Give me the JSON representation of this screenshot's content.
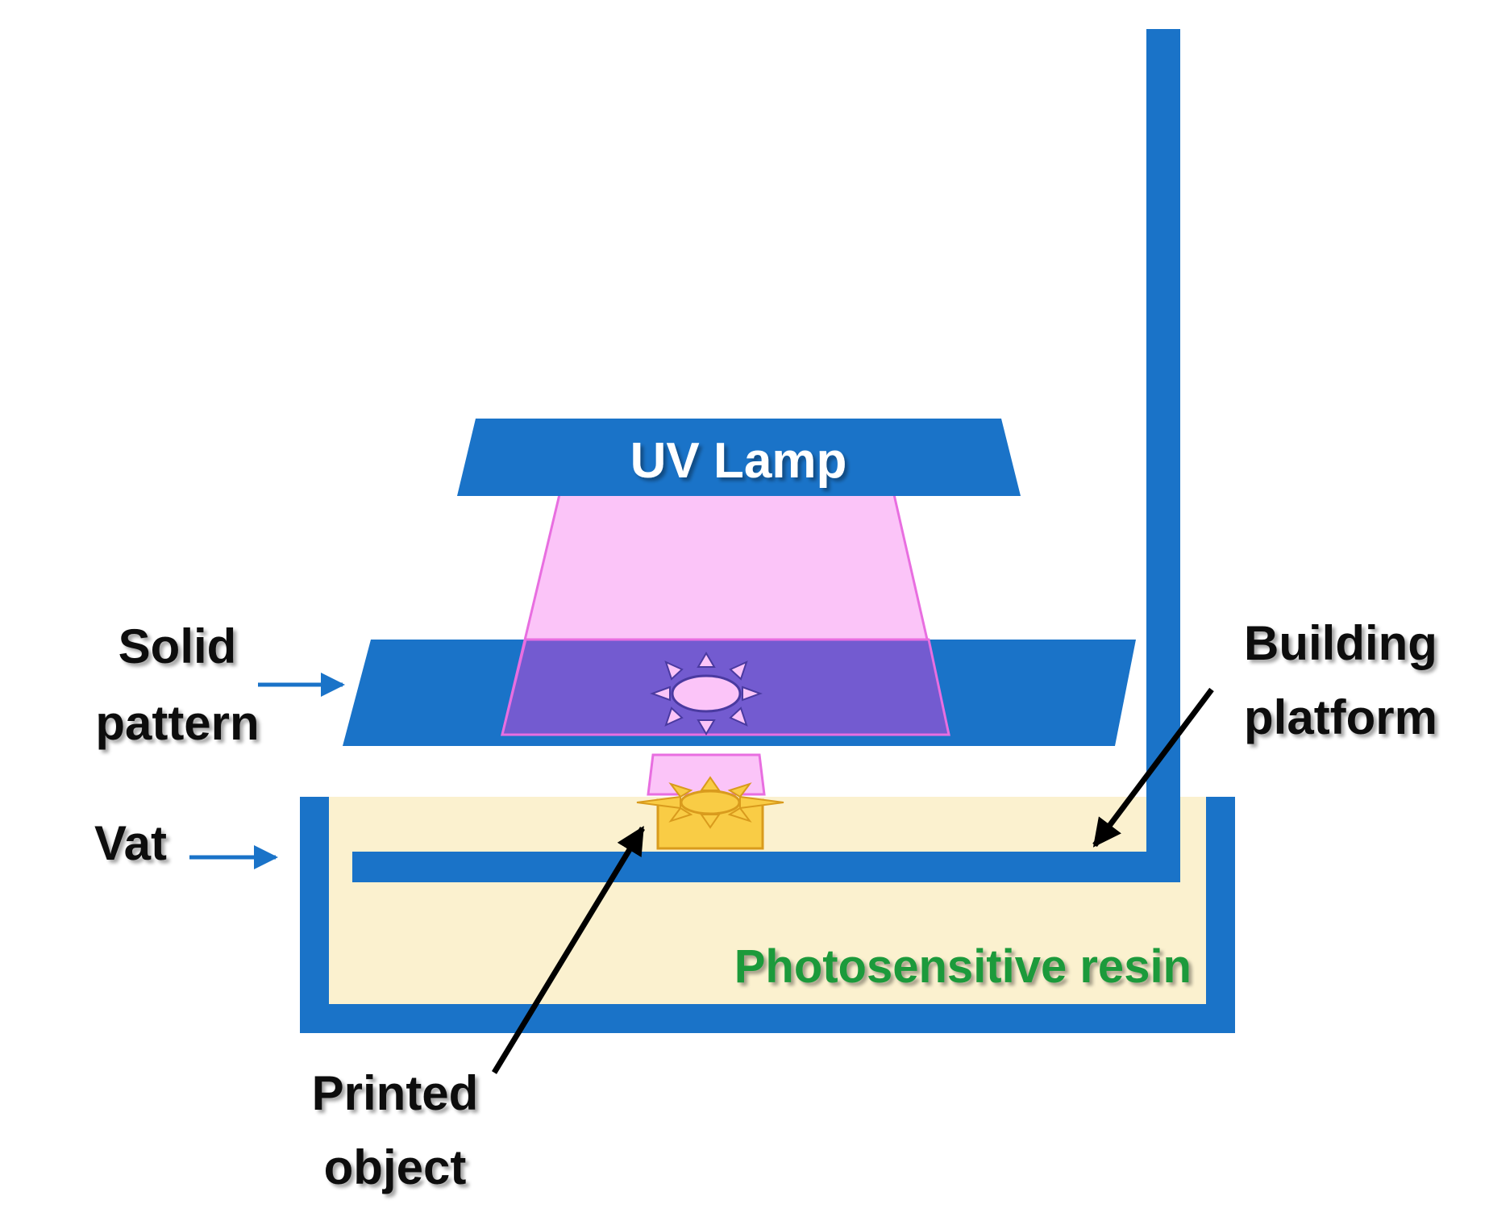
{
  "labels": {
    "uv_lamp": "UV Lamp",
    "solid_pattern_line1": "Solid",
    "solid_pattern_line2": "pattern",
    "vat": "Vat",
    "building_platform_line1": "Building",
    "building_platform_line2": "platform",
    "photosensitive_resin": "Photosensitive resin",
    "printed_object_line1": "Printed",
    "printed_object_line2": "object"
  },
  "colors": {
    "structure_blue": "#1a73c8",
    "light_beam_pink": "#fbc4f8",
    "pattern_window_purple": "#735bd0",
    "resin_fill": "#fbf1cf",
    "printed_object_gold": "#f9cc45",
    "resin_text_green": "#1a9a3a",
    "arrow_black": "#000000"
  },
  "icons": {
    "pattern_shape": "sun-icon",
    "printed_shape": "sun-icon"
  }
}
